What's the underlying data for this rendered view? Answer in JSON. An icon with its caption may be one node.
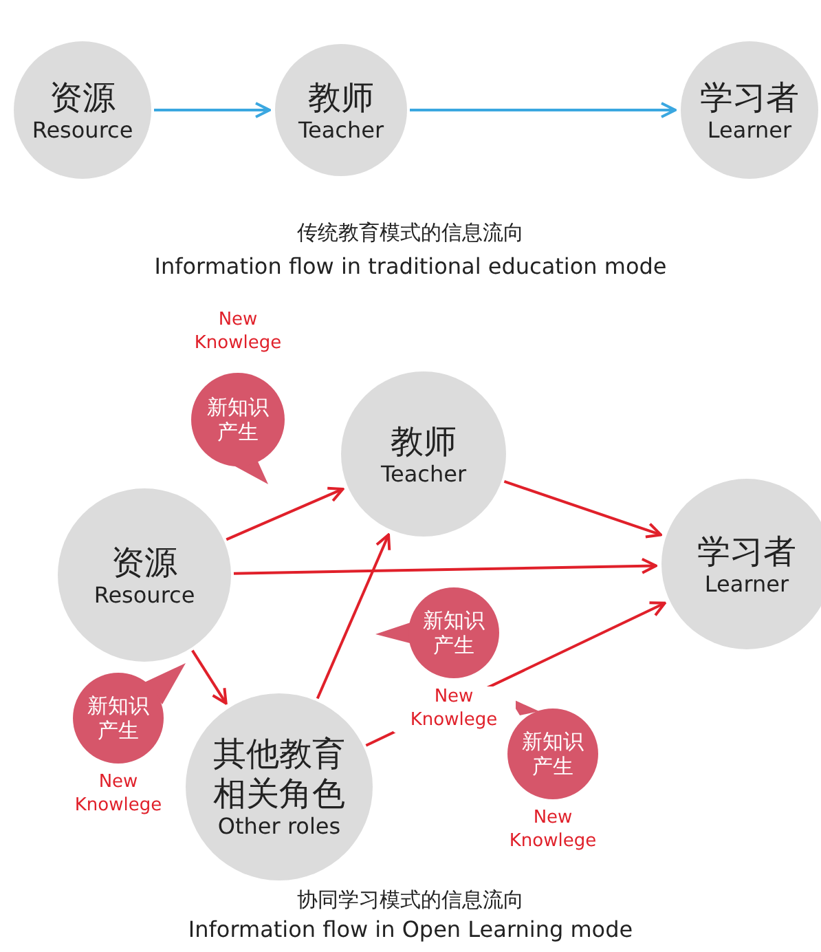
{
  "diagram": {
    "nodes": [
      {
        "text": [
          "资源",
          "Resource"
        ]
      },
      {
        "text": [
          "教师",
          "Teacher"
        ]
      },
      {
        "text": [
          "学习者",
          "Learner"
        ]
      },
      {
        "text": [
          "资源",
          "Resource"
        ]
      },
      {
        "text": [
          "教师",
          "Teacher"
        ]
      },
      {
        "text": [
          "学习者",
          "Learner"
        ]
      },
      {
        "text": [
          "其他教育相关角色",
          "Other roles"
        ]
      },
      {
        "text": [
          "新知识产生"
        ],
        "beside": [
          "New Knowlege"
        ]
      },
      {
        "text": [
          "新知识产生"
        ],
        "beside": [
          "New Knowlege"
        ]
      },
      {
        "text": [
          "新知识产生"
        ],
        "beside": [
          "New Knowlege"
        ]
      },
      {
        "text": [
          "新知识产生"
        ],
        "beside": [
          "New Knowlege"
        ]
      }
    ],
    "edges": [
      {
        "from": 0,
        "to": 1,
        "arrow": "to",
        "color": "#3aa7e0"
      },
      {
        "from": 1,
        "to": 2,
        "arrow": "to",
        "color": "#3aa7e0"
      },
      {
        "from": 3,
        "to": 4,
        "arrow": "to"
      },
      {
        "from": 3,
        "to": 5,
        "arrow": "to"
      },
      {
        "from": 3,
        "to": 6,
        "arrow": "to"
      },
      {
        "from": 6,
        "to": 4,
        "arrow": "to"
      },
      {
        "from": 4,
        "to": 5,
        "arrow": "to"
      },
      {
        "from": 6,
        "to": 5,
        "arrow": "to"
      }
    ],
    "labels": [
      "传统教育模式的信息流向",
      "Information flow in traditional education mode",
      "协同学习模式的信息流向",
      "Information flow in Open Learning mode"
    ]
  }
}
